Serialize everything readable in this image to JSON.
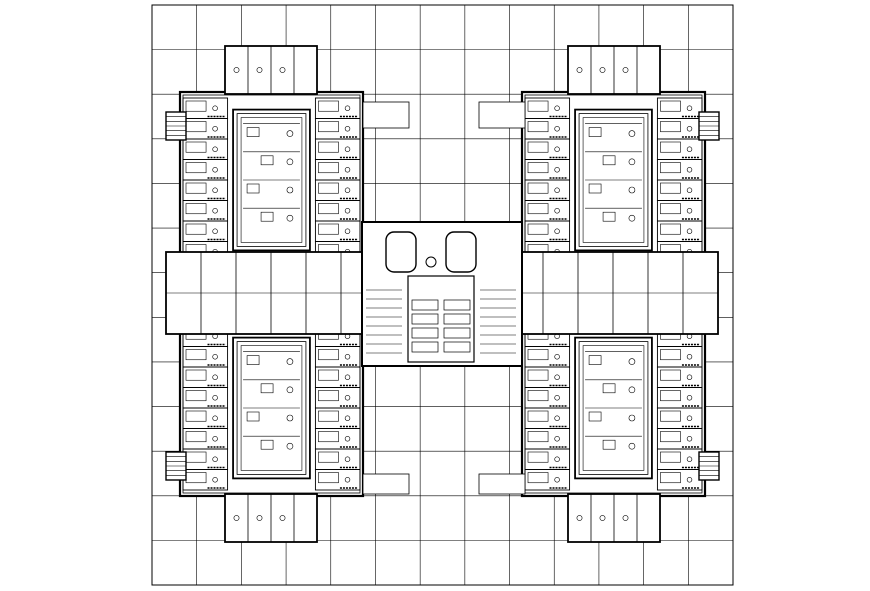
{
  "drawing": {
    "kind": "architectural floor plan",
    "grid": {
      "columns": 13,
      "rows": 13,
      "line_color": "#000000",
      "background": "#ffffff"
    },
    "wings": [
      "north-west",
      "south-west",
      "north-east",
      "south-east"
    ],
    "annotations": [
      {
        "id": "tl",
        "lines": [
          "",
          "",
          ""
        ]
      },
      {
        "id": "tr",
        "lines": [
          "",
          "",
          ""
        ]
      },
      {
        "id": "bl",
        "lines": [
          "",
          ""
        ]
      },
      {
        "id": "br",
        "lines": [
          "",
          ""
        ]
      }
    ]
  }
}
